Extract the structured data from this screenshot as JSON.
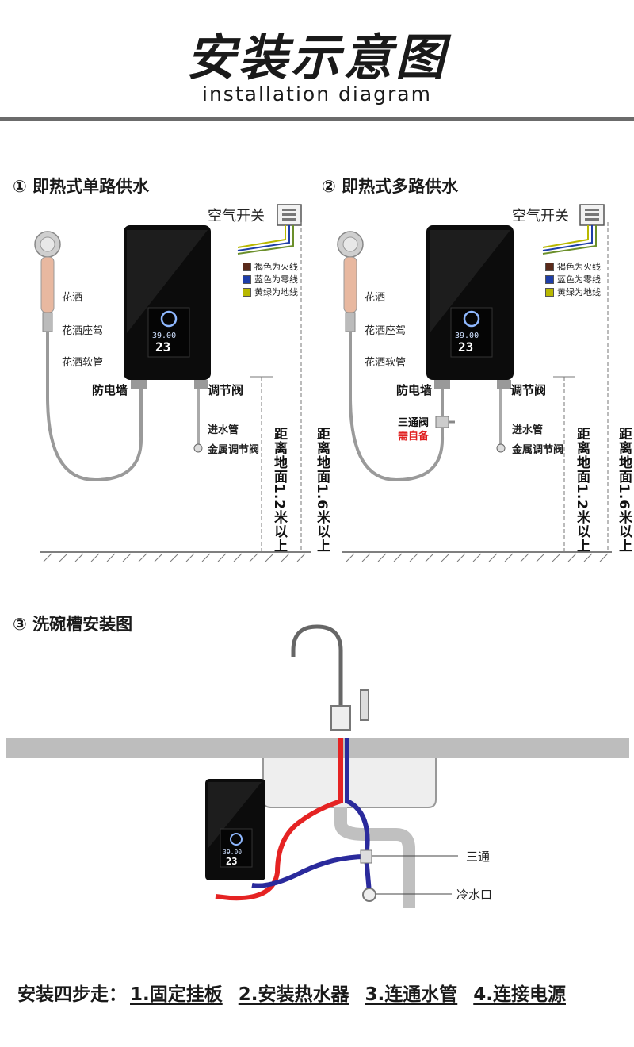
{
  "header": {
    "title": "安装示意图",
    "subtitle": "installation diagram"
  },
  "sections": [
    {
      "title": "① 即热式单路供水",
      "air_switch": "空气开关",
      "legend": [
        {
          "label": "褐色为火线",
          "color": "#5a2a1a"
        },
        {
          "label": "蓝色为零线",
          "color": "#1e3ea8"
        },
        {
          "label": "黄绿为地线",
          "color": "#b8b800"
        }
      ],
      "labels": {
        "shower_head": "花洒",
        "shower_holder": "花洒座驾",
        "shower_hose": "花洒软管",
        "anti_electric_wall": "防电墙",
        "adjust_valve": "调节阀",
        "inlet_pipe": "进水管",
        "metal_valve": "金属调节阀"
      },
      "heights": [
        "距离地面1.2米以上",
        "距离地面1.6米以上"
      ],
      "display": {
        "top": "39.00",
        "big": "23"
      }
    },
    {
      "title": "② 即热式多路供水",
      "air_switch": "空气开关",
      "legend": [
        {
          "label": "褐色为火线",
          "color": "#5a2a1a"
        },
        {
          "label": "蓝色为零线",
          "color": "#1e3ea8"
        },
        {
          "label": "黄绿为地线",
          "color": "#b8b800"
        }
      ],
      "labels": {
        "shower_head": "花洒",
        "shower_holder": "花洒座驾",
        "shower_hose": "花洒软管",
        "anti_electric_wall": "防电墙",
        "adjust_valve": "调节阀",
        "tee_valve": "三通阀",
        "self_prepare": "需自备",
        "inlet_pipe": "进水管",
        "metal_valve": "金属调节阀"
      },
      "heights": [
        "距离地面1.2米以上",
        "距离地面1.6米以上"
      ],
      "display": {
        "top": "39.00",
        "big": "23"
      }
    },
    {
      "title": "③ 洗碗槽安装图",
      "labels": {
        "tee": "三通",
        "cold_inlet": "冷水口"
      },
      "display": {
        "top": "39.00",
        "big": "23"
      }
    }
  ],
  "steps": {
    "prefix": "安装四步走：",
    "items": [
      "1.固定挂板",
      "2.安装热水器",
      "3.连通水管",
      "4.连接电源"
    ]
  },
  "colors": {
    "hot_pipe": "#e52323",
    "cold_pipe": "#2a2a9c",
    "counter": "#bdbdbd",
    "heater_body": "#0c0c0c"
  }
}
